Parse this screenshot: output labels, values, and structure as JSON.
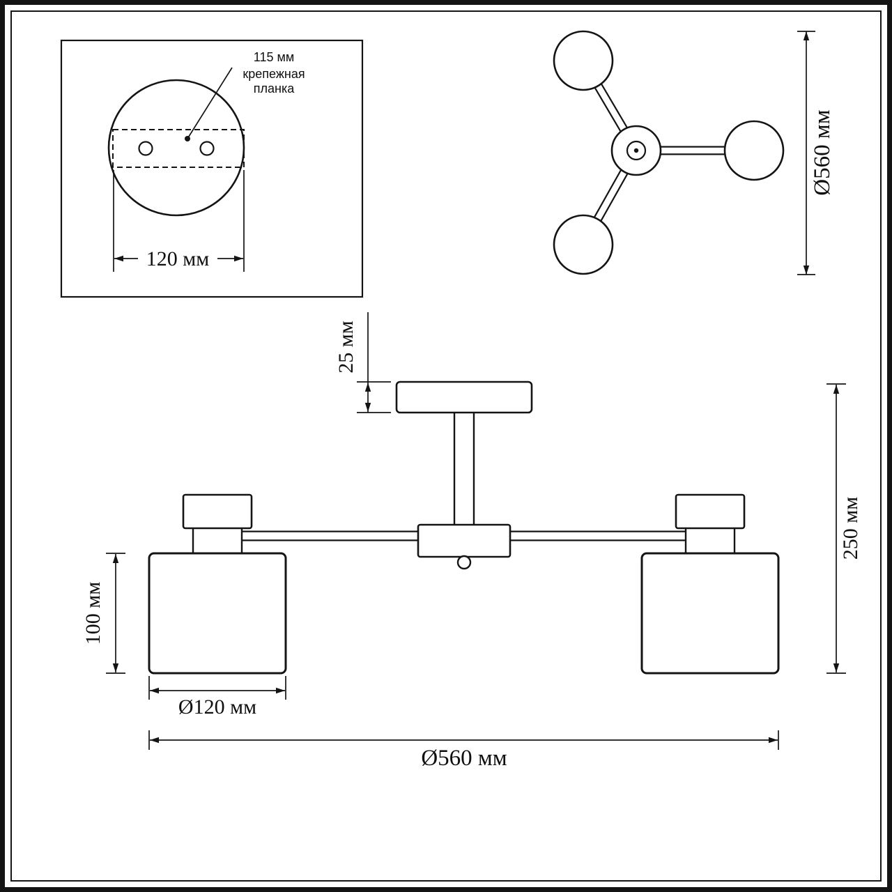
{
  "drawing": {
    "background": "#ffffff",
    "line_color": "#141414"
  },
  "inset": {
    "dim_plate_offset": "115 мм",
    "bracket_label_1": "крепежная",
    "bracket_label_2": "планка",
    "dim_plate_width": "120 мм"
  },
  "top_view": {
    "dim_diameter": "Ø560 мм"
  },
  "front_view": {
    "dim_canopy_height": "25 мм",
    "dim_total_height": "250 мм",
    "dim_shade_height": "100 мм",
    "dim_shade_diameter": "Ø120 мм",
    "dim_total_diameter": "Ø560 мм"
  }
}
